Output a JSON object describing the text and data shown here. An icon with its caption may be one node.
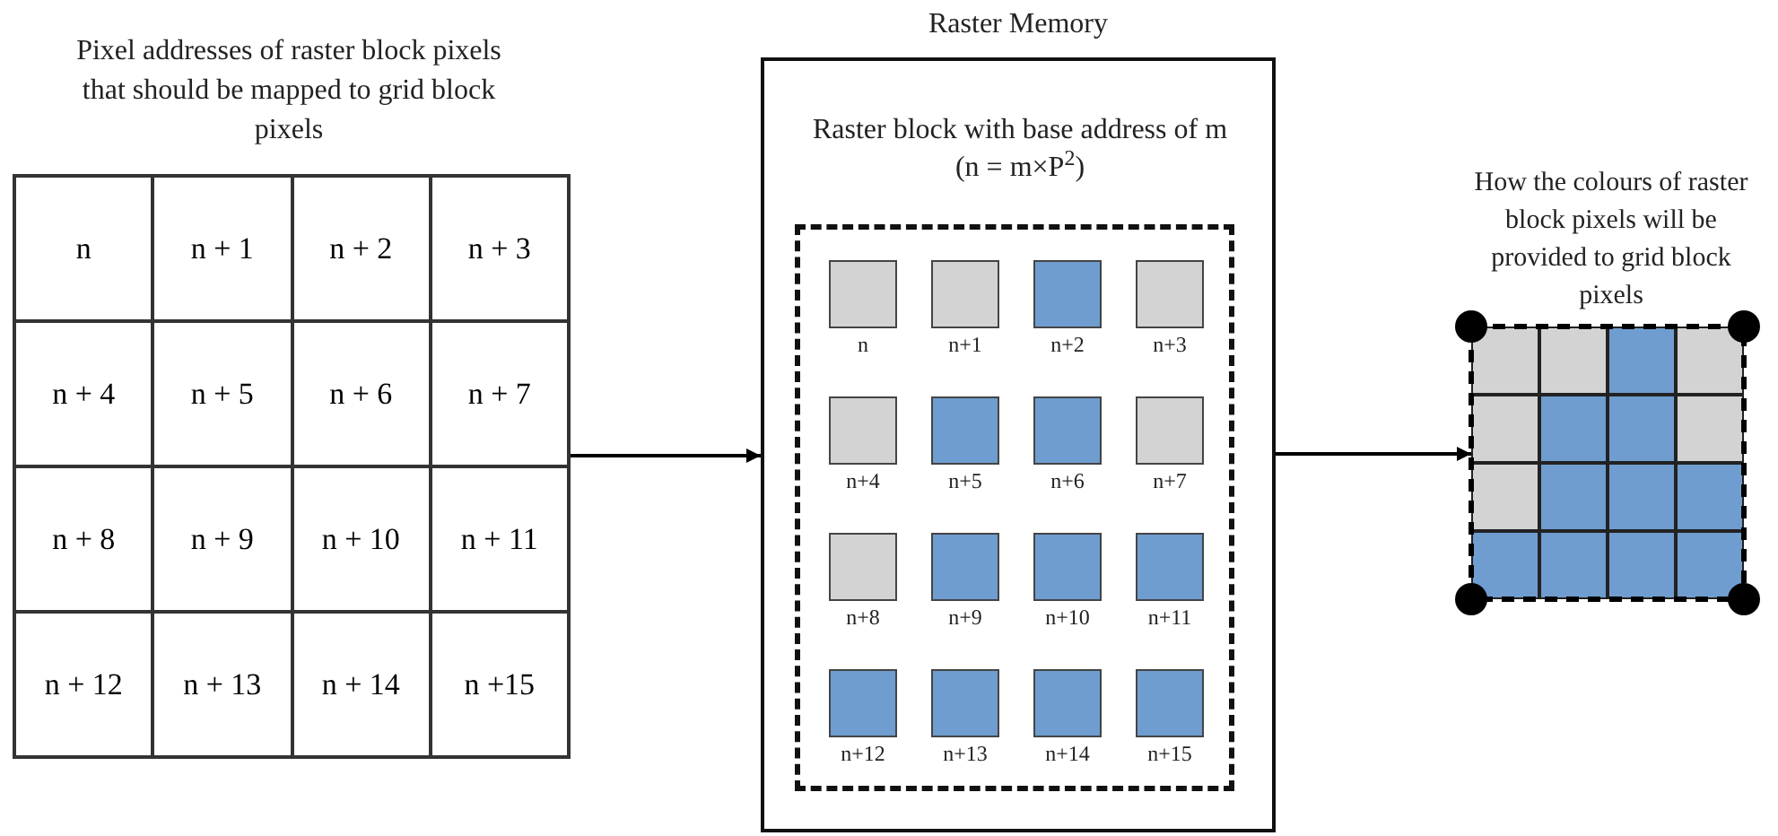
{
  "diagram": {
    "nodes": [
      {
        "text": [
          "Pixel addresses of raster block pixels that should be mapped to grid block pixels"
        ]
      },
      {
        "text": [
          "Raster Memory"
        ]
      },
      {
        "text": [
          "Raster block with base address of m (n = m×P$^{2}$)"
        ],
        "in": 1
      },
      {
        "text": [
          "n"
        ],
        "in": 2
      },
      {
        "text": [
          "n+1"
        ],
        "in": 2
      },
      {
        "text": [
          "n+2"
        ],
        "in": 2
      },
      {
        "text": [
          "n+3"
        ],
        "in": 2
      },
      {
        "text": [
          "n+4"
        ],
        "in": 2
      },
      {
        "text": [
          "n+5"
        ],
        "in": 2
      },
      {
        "text": [
          "n+6"
        ],
        "in": 2
      },
      {
        "text": [
          "n+7"
        ],
        "in": 2
      },
      {
        "text": [
          "n+8"
        ],
        "in": 2
      },
      {
        "text": [
          "n+9"
        ],
        "in": 2
      },
      {
        "text": [
          "n+10"
        ],
        "in": 2
      },
      {
        "text": [
          "n+11"
        ],
        "in": 2
      },
      {
        "text": [
          "n+12"
        ],
        "in": 2
      },
      {
        "text": [
          "n+13"
        ],
        "in": 2
      },
      {
        "text": [
          "n+14"
        ],
        "in": 2
      },
      {
        "text": [
          "n+15"
        ],
        "in": 2
      },
      {
        "text": [
          "How the colours of raster block pixels will be provided to grid block pixels"
        ]
      },
      {
        "text": [],
        "shape": "box",
        "in": 19
      },
      {
        "text": [],
        "shape": "box",
        "in": 19
      },
      {
        "text": [],
        "shape": "box",
        "in": 19
      },
      {
        "text": [],
        "shape": "box",
        "in": 19
      },
      {
        "text": [],
        "shape": "box",
        "in": 19
      },
      {
        "text": [],
        "shape": "box",
        "in": 19
      },
      {
        "text": [],
        "shape": "box",
        "in": 19
      },
      {
        "text": [],
        "shape": "box",
        "in": 19
      },
      {
        "text": [],
        "shape": "box",
        "in": 19
      },
      {
        "text": [],
        "shape": "box",
        "in": 19
      },
      {
        "text": [],
        "shape": "box",
        "in": 19
      },
      {
        "text": [],
        "shape": "box",
        "in": 19
      },
      {
        "text": [],
        "shape": "box",
        "in": 19
      },
      {
        "text": [],
        "shape": "box",
        "in": 19
      },
      {
        "text": [],
        "shape": "box",
        "in": 19
      },
      {
        "text": [],
        "shape": "box",
        "in": 19
      }
    ],
    "edges": [
      {
        "from": 0,
        "to": 1,
        "arrow": "to"
      },
      {
        "from": 1,
        "to": 19,
        "arrow": "to"
      }
    ],
    "labels": [
      "n",
      "n + 1",
      "n + 2",
      "n + 3",
      "n + 4",
      "n + 5",
      "n + 6",
      "n + 7",
      "n + 8",
      "n + 9",
      "n + 10",
      "n + 11",
      "n + 12",
      "n + 13",
      "n + 14",
      "n +15"
    ]
  }
}
